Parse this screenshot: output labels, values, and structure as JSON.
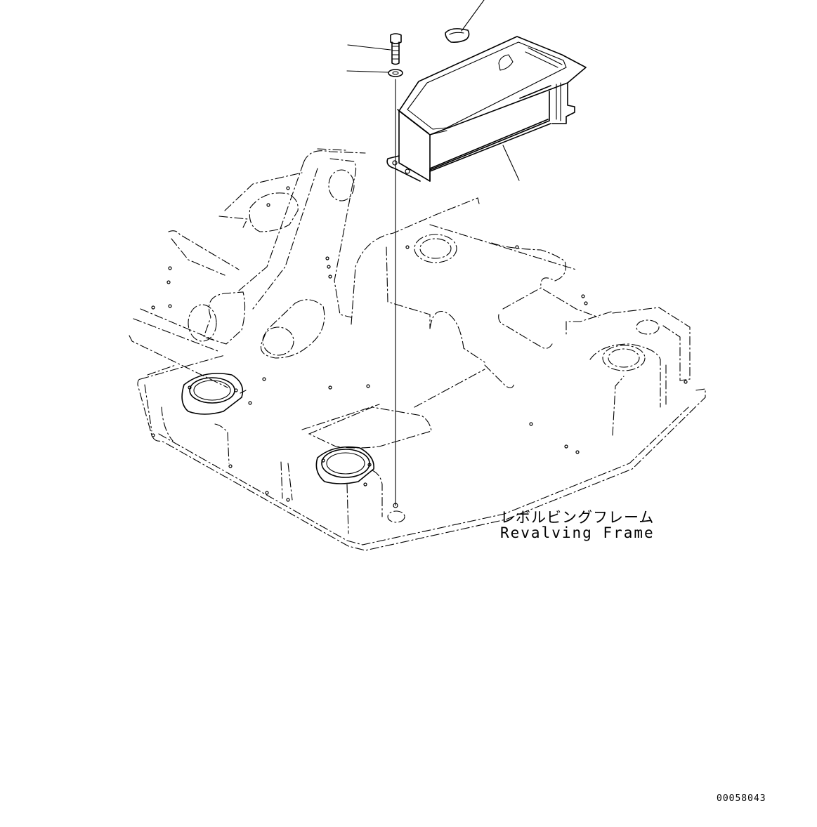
{
  "labels": {
    "part_name_jp": "レボルビングフレーム",
    "part_name_en": "Revalving Frame"
  },
  "drawing_number": "00058043"
}
